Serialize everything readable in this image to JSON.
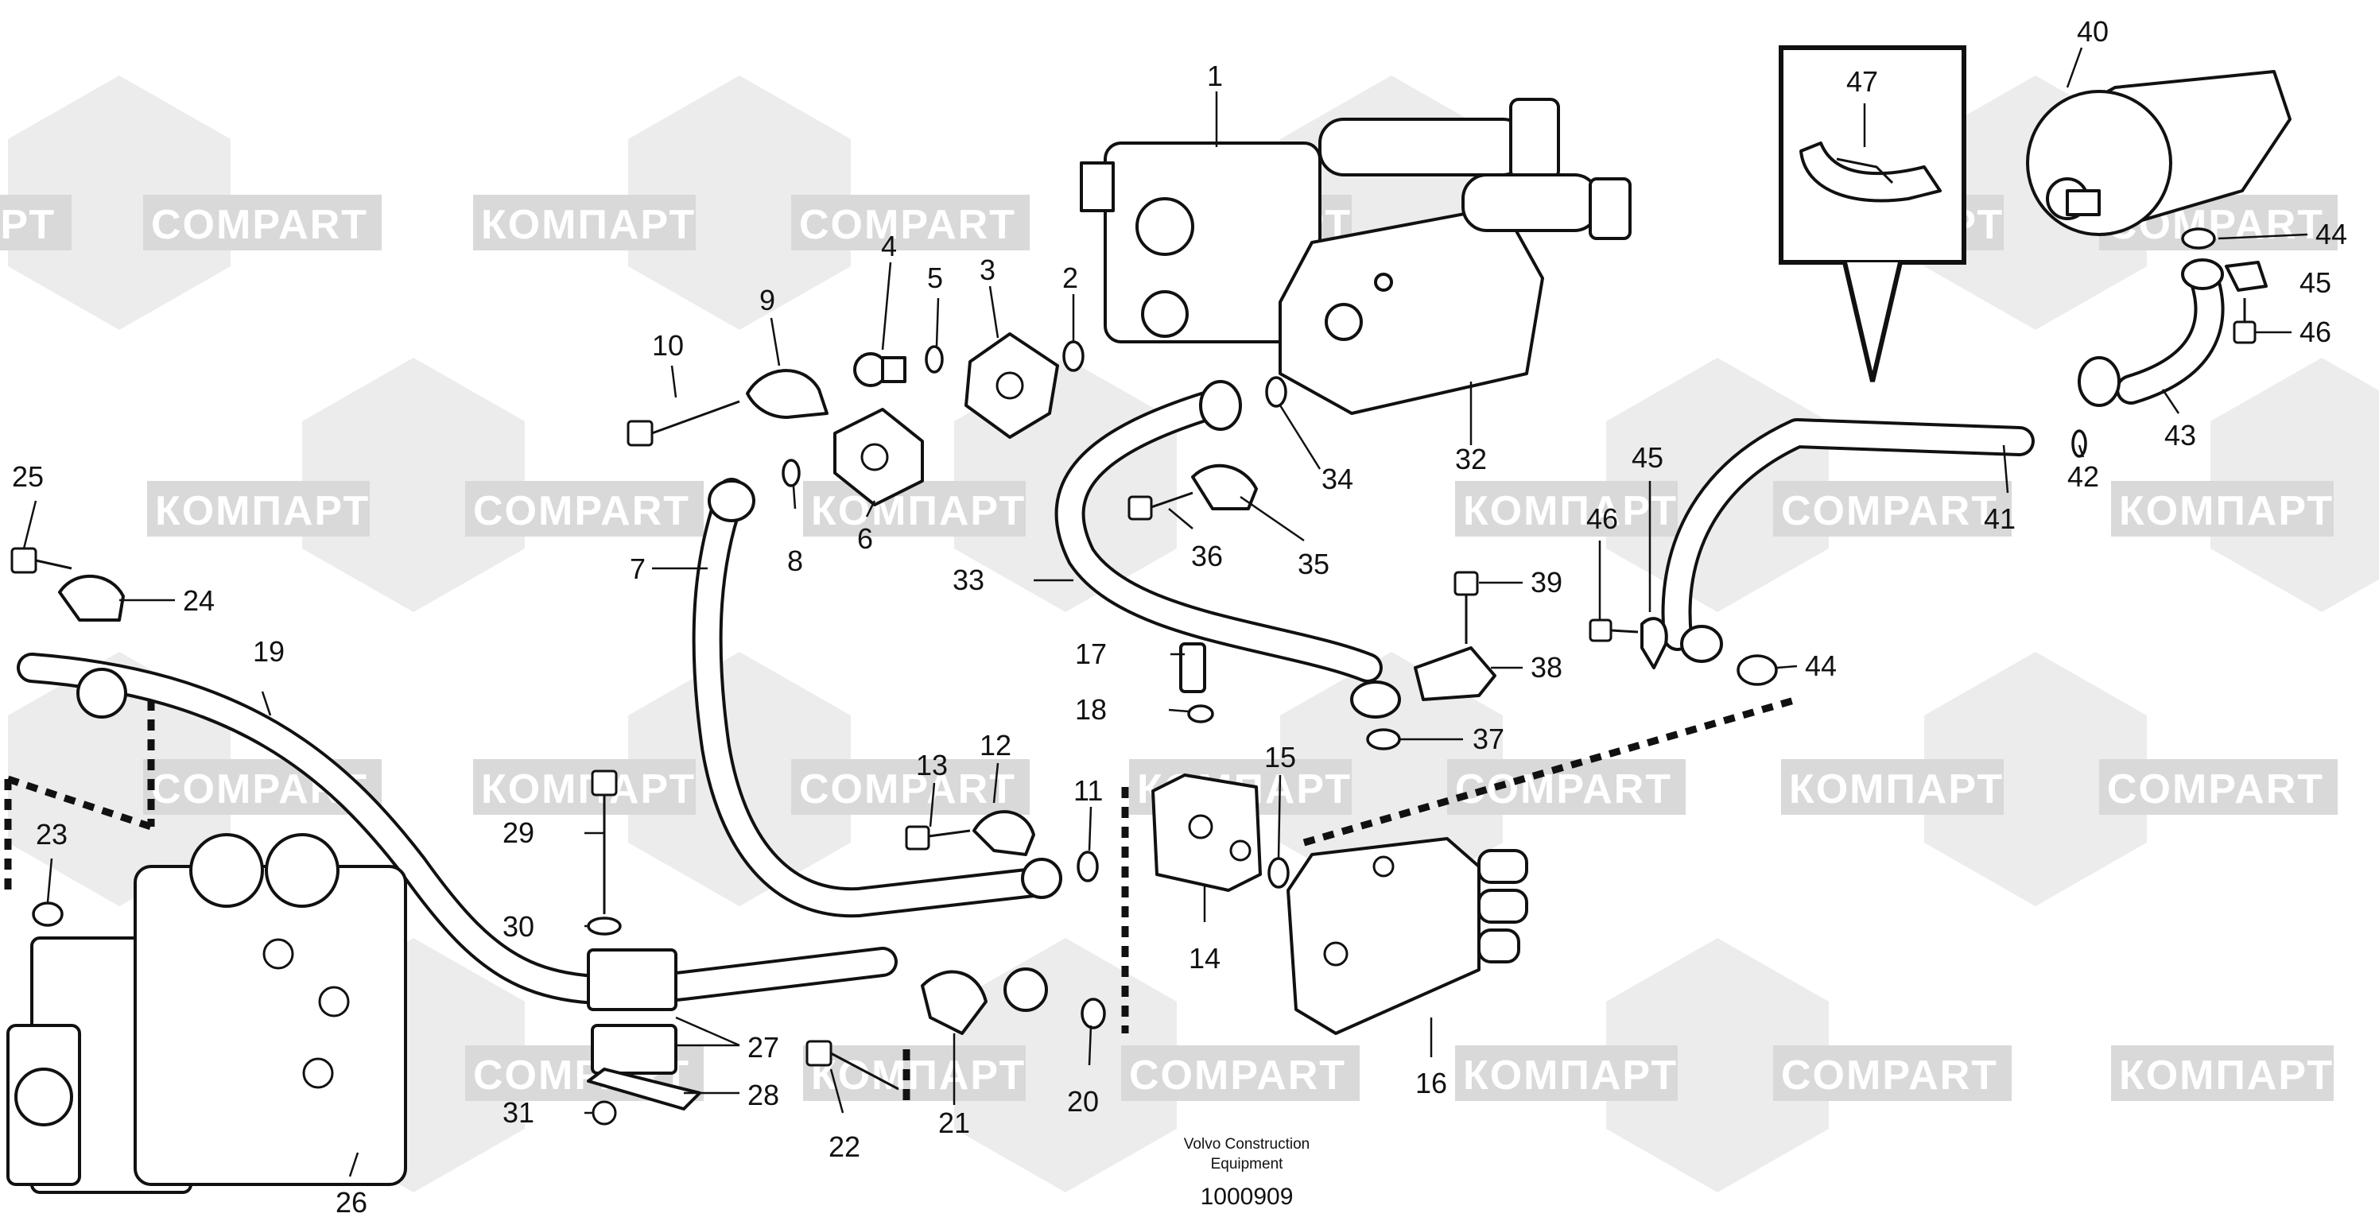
{
  "watermark": {
    "text_cyrillic": "КОМПАРТ",
    "text_latin": "COMPART"
  },
  "callouts": [
    {
      "id": "c1",
      "label": "1"
    },
    {
      "id": "c2",
      "label": "2"
    },
    {
      "id": "c3",
      "label": "3"
    },
    {
      "id": "c4",
      "label": "4"
    },
    {
      "id": "c5",
      "label": "5"
    },
    {
      "id": "c6",
      "label": "6"
    },
    {
      "id": "c7",
      "label": "7"
    },
    {
      "id": "c8",
      "label": "8"
    },
    {
      "id": "c9",
      "label": "9"
    },
    {
      "id": "c10",
      "label": "10"
    },
    {
      "id": "c11",
      "label": "11"
    },
    {
      "id": "c12",
      "label": "12"
    },
    {
      "id": "c13",
      "label": "13"
    },
    {
      "id": "c14",
      "label": "14"
    },
    {
      "id": "c15",
      "label": "15"
    },
    {
      "id": "c16",
      "label": "16"
    },
    {
      "id": "c17",
      "label": "17"
    },
    {
      "id": "c18",
      "label": "18"
    },
    {
      "id": "c19",
      "label": "19"
    },
    {
      "id": "c20",
      "label": "20"
    },
    {
      "id": "c21",
      "label": "21"
    },
    {
      "id": "c22",
      "label": "22"
    },
    {
      "id": "c23",
      "label": "23"
    },
    {
      "id": "c24",
      "label": "24"
    },
    {
      "id": "c25",
      "label": "25"
    },
    {
      "id": "c26",
      "label": "26"
    },
    {
      "id": "c27",
      "label": "27"
    },
    {
      "id": "c28",
      "label": "28"
    },
    {
      "id": "c29",
      "label": "29"
    },
    {
      "id": "c30",
      "label": "30"
    },
    {
      "id": "c31",
      "label": "31"
    },
    {
      "id": "c32",
      "label": "32"
    },
    {
      "id": "c33",
      "label": "33"
    },
    {
      "id": "c34",
      "label": "34"
    },
    {
      "id": "c35",
      "label": "35"
    },
    {
      "id": "c36",
      "label": "36"
    },
    {
      "id": "c37",
      "label": "37"
    },
    {
      "id": "c38",
      "label": "38"
    },
    {
      "id": "c39",
      "label": "39"
    },
    {
      "id": "c40",
      "label": "40"
    },
    {
      "id": "c41",
      "label": "41"
    },
    {
      "id": "c42",
      "label": "42"
    },
    {
      "id": "c43",
      "label": "43"
    },
    {
      "id": "c44a",
      "label": "44"
    },
    {
      "id": "c44b",
      "label": "44"
    },
    {
      "id": "c45a",
      "label": "45"
    },
    {
      "id": "c45b",
      "label": "45"
    },
    {
      "id": "c46a",
      "label": "46"
    },
    {
      "id": "c46b",
      "label": "46"
    },
    {
      "id": "c47",
      "label": "47"
    }
  ],
  "caption": {
    "manufacturer_line1": "Volvo Construction",
    "manufacturer_line2": "Equipment",
    "drawing_number": "1000909"
  }
}
